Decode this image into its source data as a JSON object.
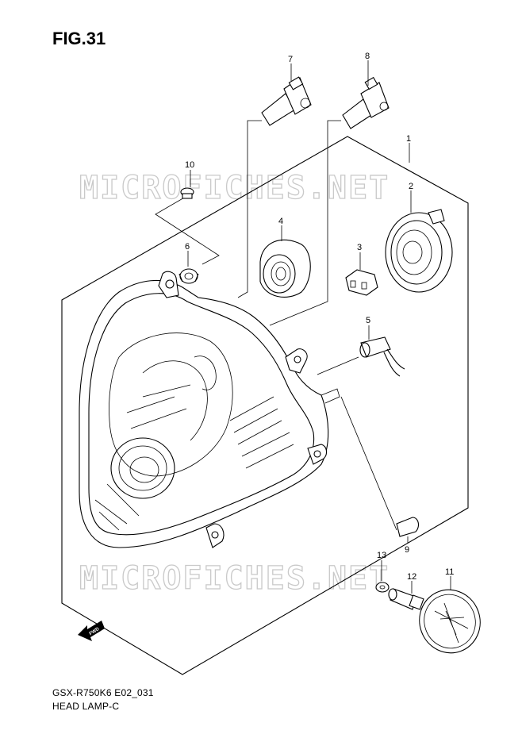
{
  "figure_title": "FIG.31",
  "footer": {
    "model_code": "GSX-R750K6 E02_031",
    "section_name": "HEAD LAMP-C"
  },
  "watermark": "MICROFICHES.NET",
  "direction_label": "FWD",
  "callouts": [
    {
      "number": "1"
    },
    {
      "number": "2"
    },
    {
      "number": "3"
    },
    {
      "number": "4"
    },
    {
      "number": "5"
    },
    {
      "number": "6"
    },
    {
      "number": "7"
    },
    {
      "number": "8"
    },
    {
      "number": "9"
    },
    {
      "number": "10"
    },
    {
      "number": "11"
    },
    {
      "number": "12"
    },
    {
      "number": "13"
    }
  ]
}
